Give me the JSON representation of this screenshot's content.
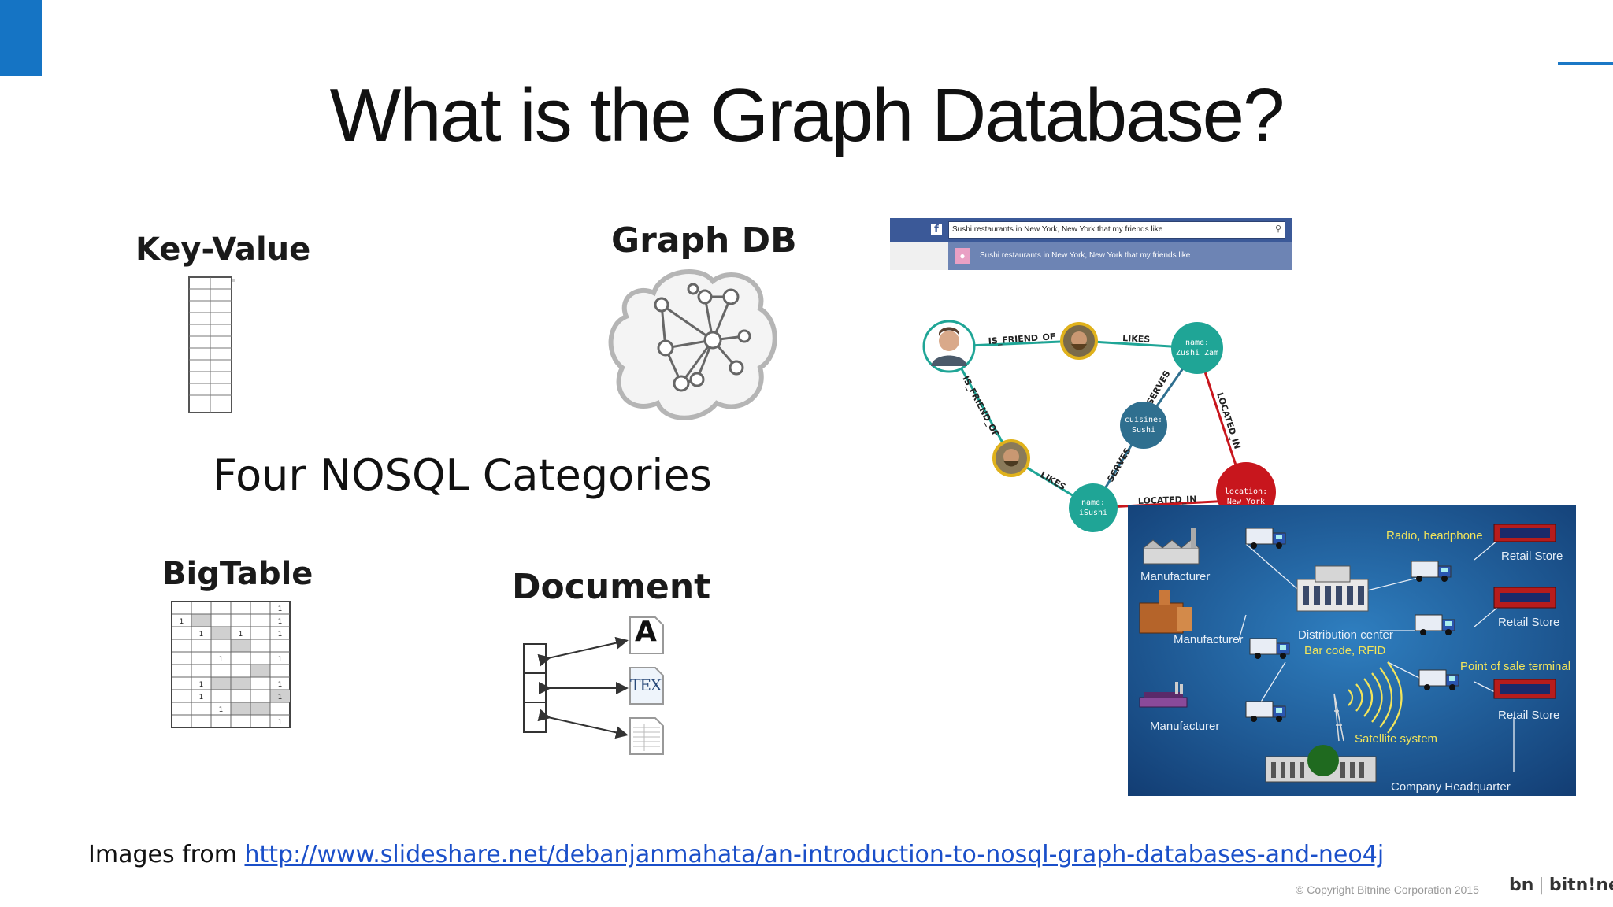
{
  "slide": {
    "title": "What is the Graph Database?",
    "center_label": "Four NOSQL Categories",
    "credit_prefix": "Images from ",
    "credit_link": "http://www.slideshare.net/debanjanmahata/an-introduction-to-nosql-graph-databases-and-neo4j",
    "copyright": "Copyright Bitnine Corporation 2015",
    "logo_text": "bitn!ne",
    "logo_mark": "bn"
  },
  "categories": {
    "key_value": "Key-Value",
    "graph_db": "Graph DB",
    "bigtable": "BigTable",
    "document": "Document"
  },
  "document_icons": {
    "a": "A",
    "tex": "TEX"
  },
  "bigtable_marks": [
    "1",
    "1",
    "1",
    "1",
    "1",
    "1",
    "1",
    "1",
    "1",
    "1",
    "1",
    "1",
    "1",
    "1"
  ],
  "facebook": {
    "search_text": "Sushi restaurants in New York, New York that my friends like",
    "suggestion_text": "Sushi restaurants in New York, New York that my friends like",
    "search_icon": "search-icon",
    "brand_icon": "facebook-icon"
  },
  "graph": {
    "nodes": {
      "zushi": "name:\nZushi Zam",
      "cuisine": "cuisine:\nSushi",
      "isushi": "name:\niSushi",
      "location": "location:\nNew York"
    },
    "node_zushi_l1": "name:",
    "node_zushi_l2": "Zushi Zam",
    "node_cuisine_l1": "cuisine:",
    "node_cuisine_l2": "Sushi",
    "node_isushi_l1": "name:",
    "node_isushi_l2": "iSushi",
    "node_location_l1": "location:",
    "node_location_l2": "New York",
    "edges": {
      "is_friend_of_1": "IS_FRIEND_OF",
      "likes_1": "LIKES",
      "is_friend_of_2": "IS_FRIEND_OF",
      "serves_1": "SERVES",
      "located_in_1": "LOCATED_IN",
      "likes_2": "LIKES",
      "serves_2": "SERVES",
      "located_in_2": "LOCATED_IN"
    },
    "colors": {
      "teal": "#1fa596",
      "steel": "#2f6f8f",
      "red": "#c8161d",
      "avatar_ring": "#e0b21c"
    }
  },
  "supply_chain": {
    "manufacturer_1": "Manufacturer",
    "manufacturer_2": "Manufacturer",
    "manufacturer_3": "Manufacturer",
    "distribution": "Distribution center",
    "barcode": "Bar code, RFID",
    "radio": "Radio, headphone",
    "retail_1": "Retail Store",
    "retail_2": "Retail Store",
    "retail_3": "Retail Store",
    "pos": "Point of sale terminal",
    "satellite": "Satellite system",
    "hq": "Company Headquarter",
    "bg_color": "#1a4f8c"
  },
  "colors": {
    "accent": "#1574c4",
    "link": "#1a4fc9"
  }
}
